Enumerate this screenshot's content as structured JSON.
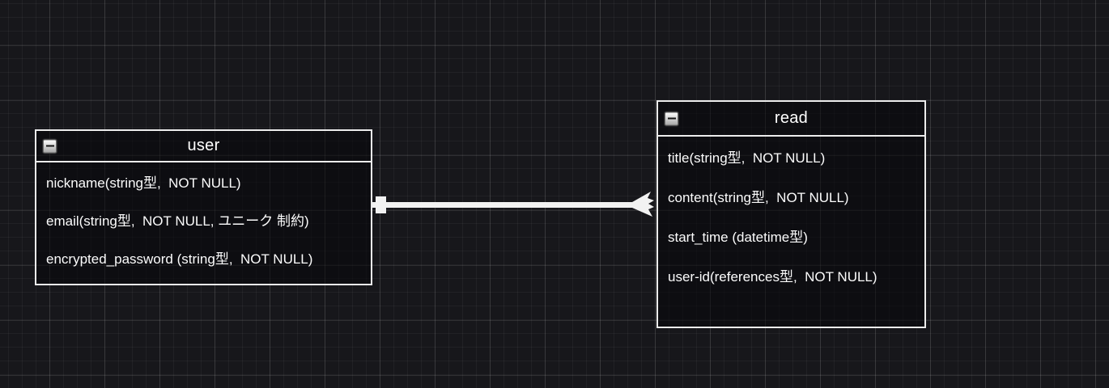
{
  "colors": {
    "background": "#17171b",
    "grid_minor": "#232329",
    "grid_major": "#3a3a42",
    "stroke": "#ececec",
    "text": "#ffffff"
  },
  "entities": [
    {
      "title": "user",
      "collapse_icon": "minus",
      "fields": [
        "nickname(string型,  NOT NULL)",
        "email(string型,  NOT NULL, ユニーク 制約)",
        "encrypted_password (string型,  NOT NULL)"
      ]
    },
    {
      "title": "read",
      "collapse_icon": "minus",
      "fields": [
        "title(string型,  NOT NULL)",
        "content(string型,  NOT NULL)",
        "start_time (datetime型)",
        "user-id(references型,  NOT NULL)"
      ]
    }
  ],
  "relationship": {
    "from": "user",
    "to": "read",
    "from_marker": "one (cross bar)",
    "to_marker": "many (crow's foot)",
    "line_color": "#f2f2f2"
  }
}
